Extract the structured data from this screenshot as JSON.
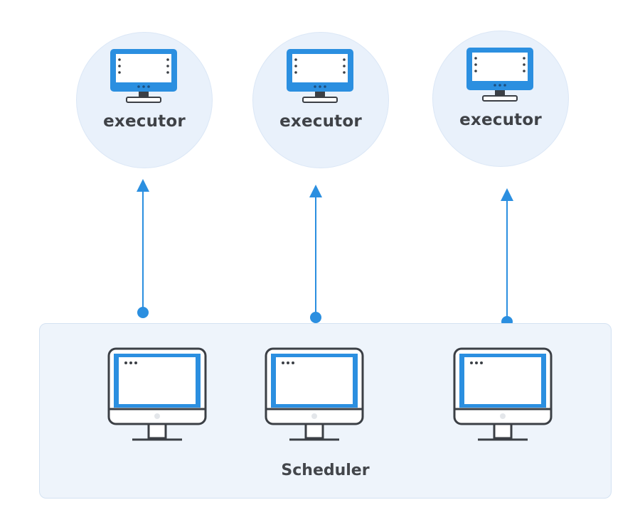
{
  "executors": [
    {
      "label": "executor"
    },
    {
      "label": "executor"
    },
    {
      "label": "executor"
    }
  ],
  "scheduler": {
    "label": "Scheduler",
    "machine_count": 3
  },
  "colors": {
    "accent": "#2b8fe0",
    "outline": "#3b3f45",
    "circle_fill": "#e9f1fb",
    "box_fill": "#eef4fb",
    "arrow": "#2b8fe0"
  },
  "icons": [
    "monitor-icon",
    "arrow-up-icon",
    "connector-dot-icon"
  ]
}
